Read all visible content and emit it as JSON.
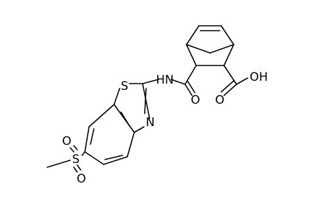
{
  "molecule": {
    "atoms": {
      "s_thiazole": "S",
      "n_thiazole": "N",
      "hn": "HN",
      "o_amide": "O",
      "o_carbonyl": "O",
      "oh": "OH",
      "s_sulfonyl": "S",
      "o_sulfonyl_top": "O",
      "o_sulfonyl_bottom": "O"
    }
  }
}
